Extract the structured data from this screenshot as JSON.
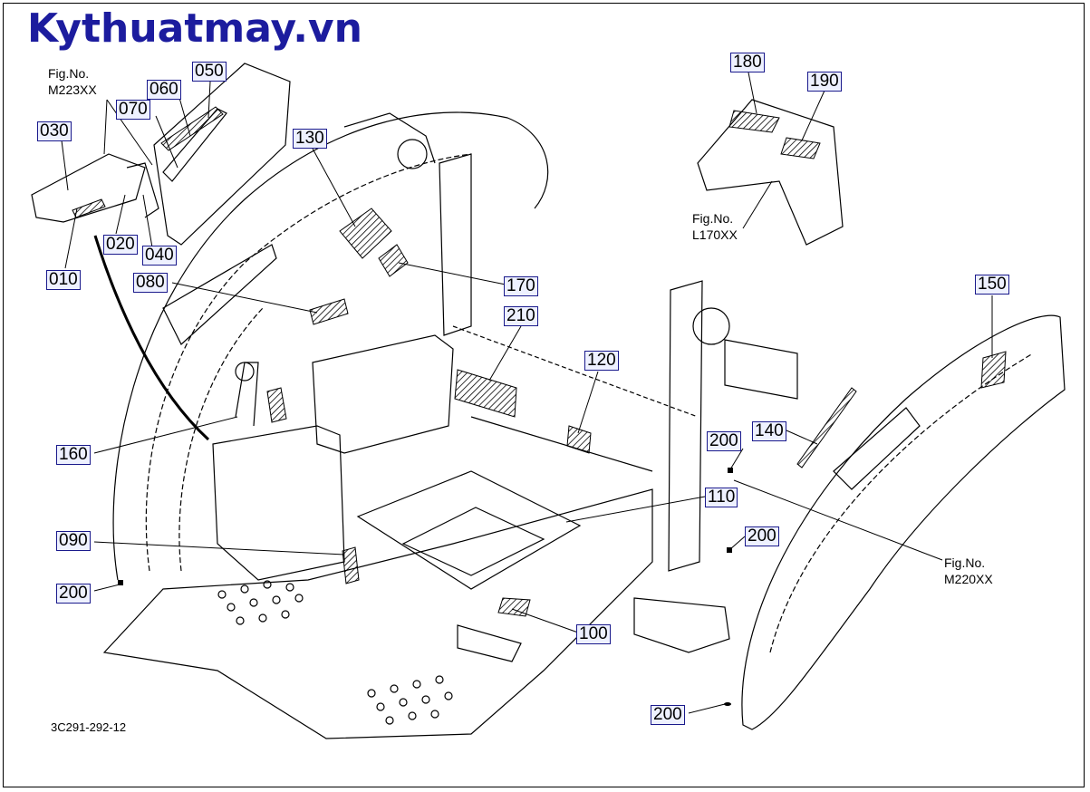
{
  "brand": {
    "text": "Kythuatmay.vn",
    "color": "#1c1c9e"
  },
  "drawing_code": "3C291-292-12",
  "callout_color": "#1a1a8c",
  "fig_refs": {
    "m223": {
      "line1": "Fig.No.",
      "line2": "M223XX"
    },
    "l170": {
      "line1": "Fig.No.",
      "line2": "L170XX"
    },
    "m220": {
      "line1": "Fig.No.",
      "line2": "M220XX"
    }
  },
  "callouts": {
    "c010": "010",
    "c020": "020",
    "c030": "030",
    "c040": "040",
    "c050": "050",
    "c060": "060",
    "c070": "070",
    "c080": "080",
    "c090": "090",
    "c100": "100",
    "c110": "110",
    "c120": "120",
    "c130": "130",
    "c140": "140",
    "c150": "150",
    "c160": "160",
    "c170": "170",
    "c180": "180",
    "c190": "190",
    "c200a": "200",
    "c200b": "200",
    "c200c": "200",
    "c200d": "200",
    "c210": "210"
  }
}
